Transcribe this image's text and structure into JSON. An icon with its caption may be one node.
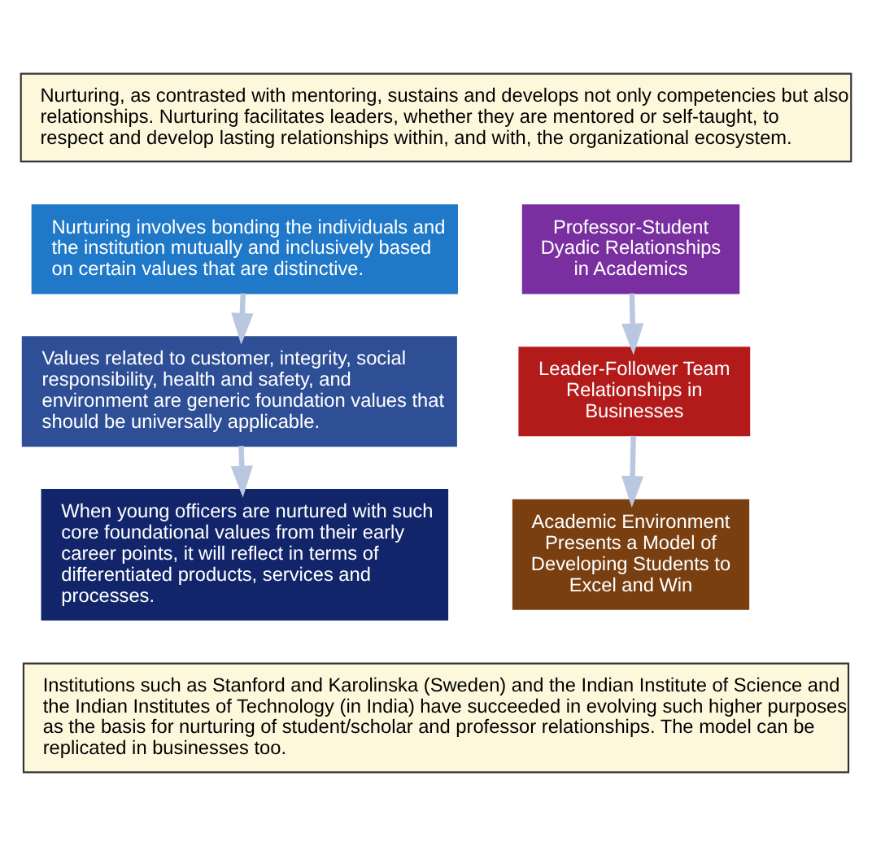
{
  "diagram": {
    "nodes": [
      {
        "text": [
          "Nurturing, as contrasted with mentoring, sustains and develops not only competencies but also relationships. Nurturing facilitates leaders, whether they are mentored or self-taught, to respect and develop lasting relationships within, and with, the organizational ecosystem."
        ]
      },
      {
        "text": [
          "Nurturing involves bonding the individuals and the institution mutually and inclusively based on certain values that are distinctive."
        ]
      },
      {
        "text": [
          "Values related to customer, integrity, social responsibility, health and safety, and environment are generic foundation values that should be universally applicable."
        ]
      },
      {
        "text": [
          "When young officers are nurtured with such core foundational values from their early career points, it will reflect in terms of differentiated products, services and processes."
        ]
      },
      {
        "text": [
          "Professor-Student Dyadic Relationships in Academics"
        ]
      },
      {
        "text": [
          "Leader-Follower Team Relationships in Businesses"
        ]
      },
      {
        "text": [
          "Academic Environment Presents a Model of Developing Students to Excel and Win"
        ]
      },
      {
        "text": [
          "Institutions such as Stanford and Karolinska (Sweden) and the Indian Institute of Science and the Indian Institutes of Technology (in India) have succeeded in evolving such higher purposes as the basis for nurturing of student/scholar and professor relationships. The model can be replicated in businesses too."
        ]
      }
    ],
    "edges": [
      {
        "from": 1,
        "to": 2,
        "arrow": "to"
      },
      {
        "from": 2,
        "to": 3,
        "arrow": "to"
      },
      {
        "from": 4,
        "to": 5,
        "arrow": "to"
      },
      {
        "from": 5,
        "to": 6,
        "arrow": "to"
      }
    ]
  }
}
